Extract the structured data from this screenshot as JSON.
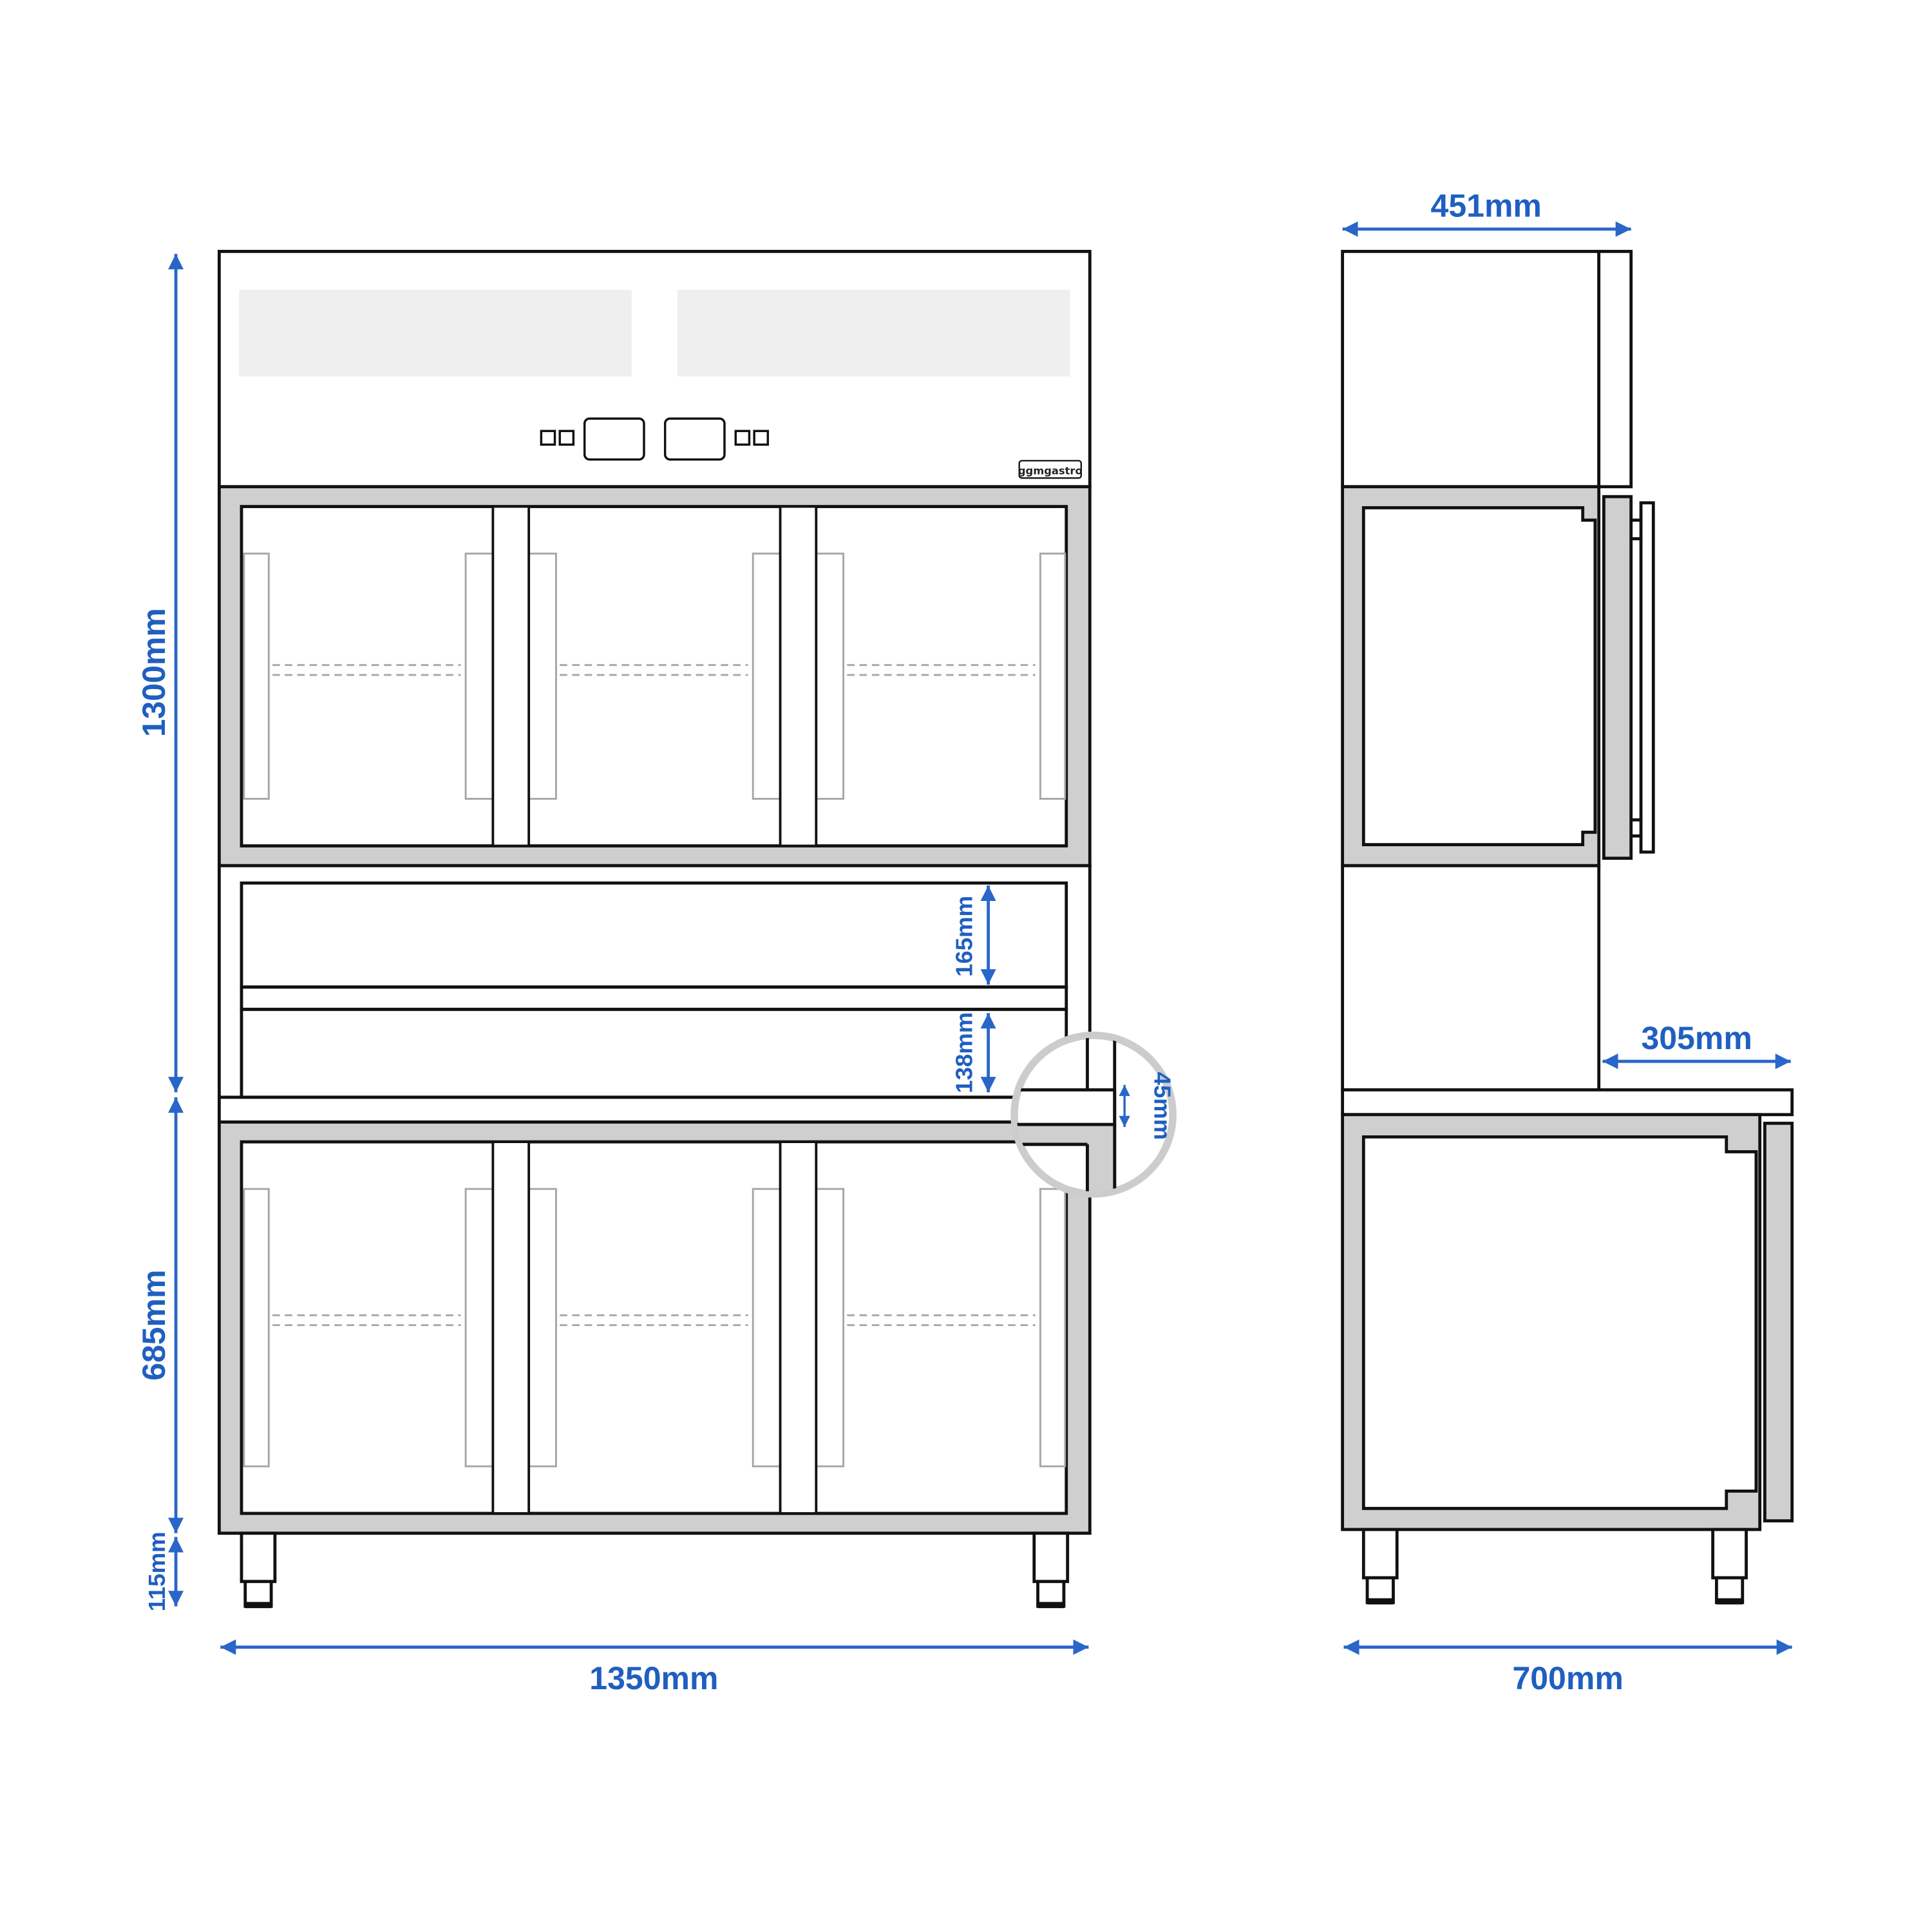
{
  "colors": {
    "dimension": "#2a66c8",
    "outline": "#111111",
    "frame_fill": "#cfcfcf",
    "glass_line": "#a6a6a6",
    "display_panel": "#efefef"
  },
  "front_view": {
    "brand_label": "ggmgastro",
    "dimensions": {
      "total_width": "1350mm",
      "upper_height": "1300mm",
      "lower_height": "685mm",
      "leg_height": "115mm",
      "shelf_gap_top": "165mm",
      "shelf_gap_bottom": "138mm",
      "detail_thickness": "45mm"
    }
  },
  "side_view": {
    "dimensions": {
      "upper_depth": "451mm",
      "counter_overhang": "305mm",
      "total_depth": "700mm"
    }
  }
}
